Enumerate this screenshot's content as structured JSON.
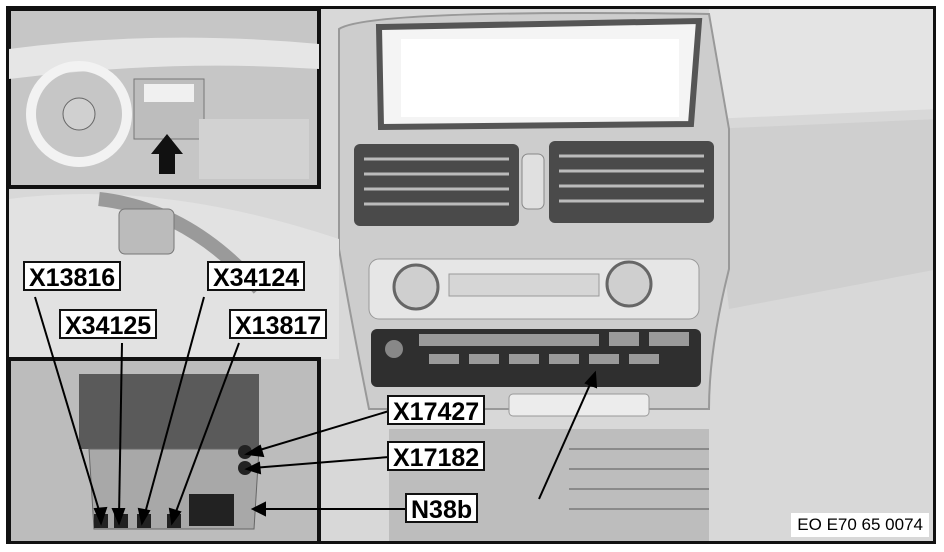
{
  "labels": {
    "x13816": "X13816",
    "x34124": "X34124",
    "x34125": "X34125",
    "x13817": "X13817",
    "x17427": "X17427",
    "x17182": "X17182",
    "n38b": "N38b"
  },
  "reference": "EO E70 65 0074"
}
